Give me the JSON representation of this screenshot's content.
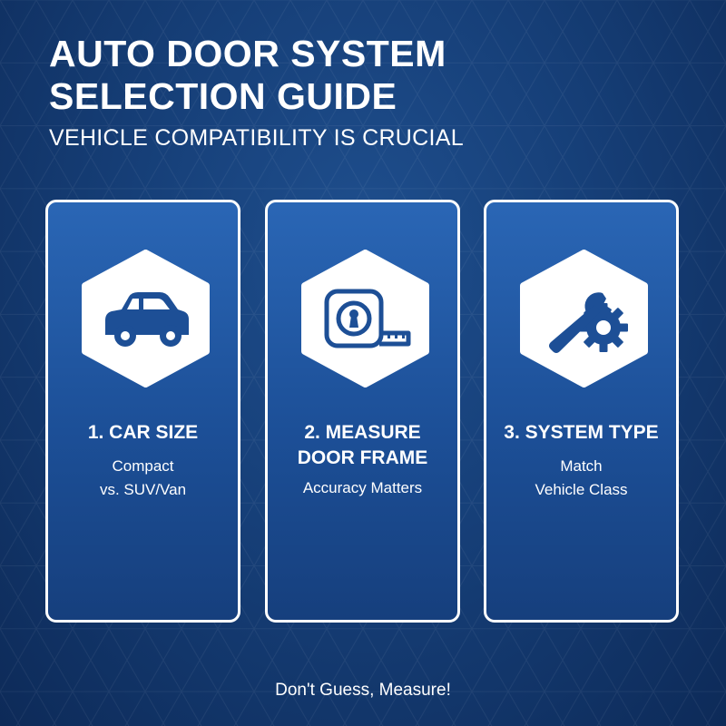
{
  "header": {
    "title_line1": "AUTO DOOR SYSTEM",
    "title_line2": "SELECTION GUIDE",
    "subtitle": "VEHICLE COMPATIBILITY IS CRUCIAL"
  },
  "cards": [
    {
      "icon": "car-icon",
      "title": "1. CAR SIZE",
      "desc_line1": "Compact",
      "desc_line2": "vs. SUV/Van"
    },
    {
      "icon": "tape-measure-icon",
      "title_line1": "2. MEASURE",
      "title_line2": "DOOR FRAME",
      "desc_line1": "Accuracy Matters"
    },
    {
      "icon": "wrench-gear-icon",
      "title": "3. SYSTEM TYPE",
      "desc_line1": "Match",
      "desc_line2": "Vehicle Class"
    }
  ],
  "footer": {
    "text": "Don't Guess, Measure!"
  },
  "colors": {
    "icon_blue": "#1d4f96",
    "card_border": "#ffffff"
  }
}
